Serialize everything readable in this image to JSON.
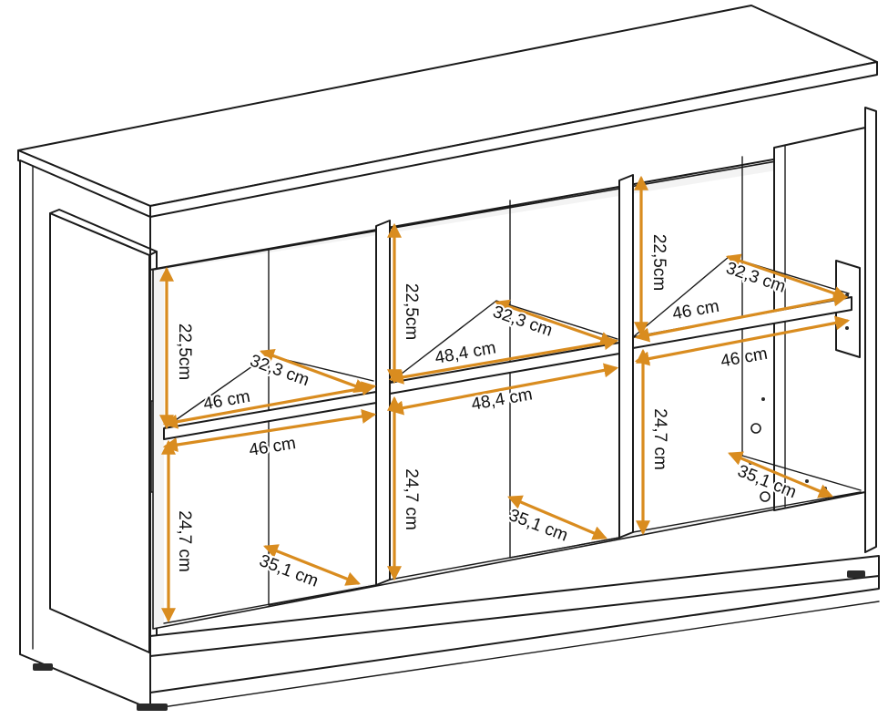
{
  "colors": {
    "dimension": "#d98c1f",
    "outline": "#1a1a1a",
    "background": "#ffffff"
  },
  "dimensions": {
    "left_upper_height": "22,5cm",
    "left_shelf_depth": "32,3 cm",
    "left_shelf_width": "46 cm",
    "left_lower_width": "46 cm",
    "left_lower_height": "24,7 cm",
    "left_floor_depth": "35,1 cm",
    "middle_upper_height": "22,5cm",
    "middle_shelf_depth": "32,3 cm",
    "middle_shelf_width": "48,4 cm",
    "middle_lower_width": "48,4 cm",
    "middle_lower_height": "24,7 cm",
    "middle_floor_depth": "35,1 cm",
    "right_upper_height": "22,5cm",
    "right_shelf_depth": "32,3 cm",
    "right_shelf_width": "46 cm",
    "right_lower_width": "46 cm",
    "right_lower_height": "24,7 cm",
    "right_floor_depth": "35,1 cm"
  }
}
